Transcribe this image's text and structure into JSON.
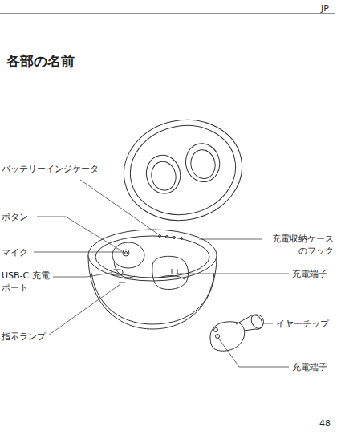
{
  "diagram": {
    "title": "各部の名前",
    "labels": [
      "JP",
      "バッテリーインジケータ",
      "ボタン",
      "マイク",
      "USB-C 充電ポート",
      "指示ランプ",
      "充電収納ケース のフック",
      "充電端子",
      "イヤーチップ",
      "充電端子",
      "48"
    ]
  }
}
